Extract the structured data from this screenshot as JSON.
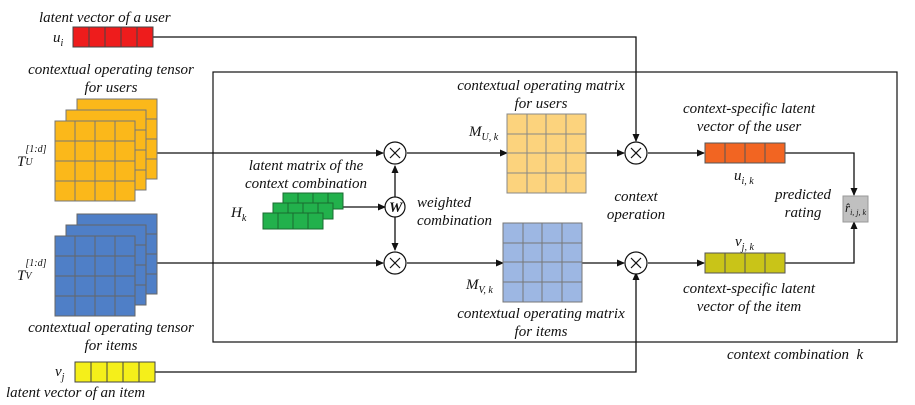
{
  "colors": {
    "user_vector": "#ee1c1c",
    "item_vector": "#f5ef1a",
    "user_tensor": "#fbb81a",
    "item_tensor": "#4f7fc7",
    "hk_matrix": "#22b14c",
    "user_matrix": "#fcd37d",
    "item_matrix": "#9db7e3",
    "user_latent": "#f26522",
    "item_latent": "#c9c418",
    "prediction": "#c0c0c0"
  },
  "labels": {
    "latent_user": "latent vector of a user",
    "latent_item": "latent vector of an item",
    "tensor_users_1": "contextual operating tensor",
    "tensor_users_2": "for users",
    "tensor_items_1": "contextual operating tensor",
    "tensor_items_2": "for items",
    "matrix_users_1": "contextual operating matrix",
    "matrix_users_2": "for users",
    "matrix_items_1": "contextual operating matrix",
    "matrix_items_2": "for items",
    "latent_context_1": "latent matrix of the",
    "latent_context_2": "context combination",
    "weighted_1": "weighted",
    "weighted_2": "combination",
    "context_op_1": "context",
    "context_op_2": "operation",
    "cs_user_1": "context-specific latent",
    "cs_user_2": "vector of the user",
    "cs_item_1": "context-specific latent",
    "cs_item_2": "vector of the item",
    "predicted_1": "predicted",
    "predicted_2": "rating",
    "context_combination": "context combination  k",
    "weight_symbol": "W"
  },
  "symbols": {
    "u_i_base": "u",
    "u_i_sub": "i",
    "v_j_base": "v",
    "v_j_sub": "j",
    "tu_base": "T",
    "tu_sub": "U",
    "tu_sup": "[1:d]",
    "tv_base": "T",
    "tv_sub": "V",
    "tv_sup": "[1:d]",
    "hk_base": "H",
    "hk_sub": "k",
    "muk_base": "M",
    "muk_sub": "U, k",
    "mvk_base": "M",
    "mvk_sub": "V, k",
    "uik_base": "u",
    "uik_sub": "i, k",
    "vjk_base": "v",
    "vjk_sub": "j, k",
    "rhat_base": "r̂",
    "rhat_sub": "i, j, k"
  }
}
